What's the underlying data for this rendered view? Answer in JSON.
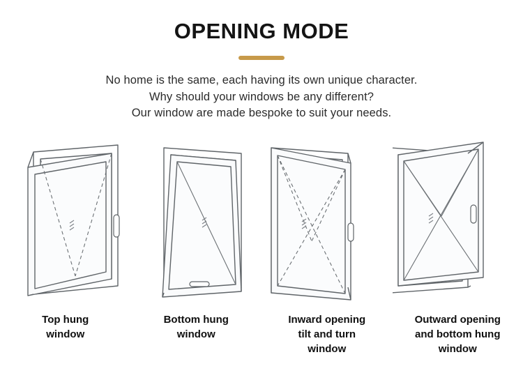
{
  "header": {
    "title": "OPENING MODE",
    "accent_color": "#c79a4a",
    "subtitle_lines": [
      "No home is the same, each having its own unique character.",
      "Why should your windows be any different?",
      "Our window are made bespoke to suit your needs."
    ]
  },
  "figures": [
    {
      "id": "top-hung-window",
      "caption_lines": [
        "Top hung",
        "window"
      ]
    },
    {
      "id": "bottom-hung-window",
      "caption_lines": [
        "Bottom hung",
        "window"
      ]
    },
    {
      "id": "inward-opening-tilt-and-turn-window",
      "caption_lines": [
        "Inward opening",
        "tilt and turn",
        "window"
      ]
    },
    {
      "id": "outward-opening-and-bottom-hung-window",
      "caption_lines": [
        "Outward opening",
        "and bottom hung",
        "window"
      ]
    }
  ],
  "colors": {
    "frame_stroke": "#5f6468",
    "glass_fill": "#fbfcfd",
    "dash_stroke": "#6b7074",
    "text": "#101010"
  }
}
